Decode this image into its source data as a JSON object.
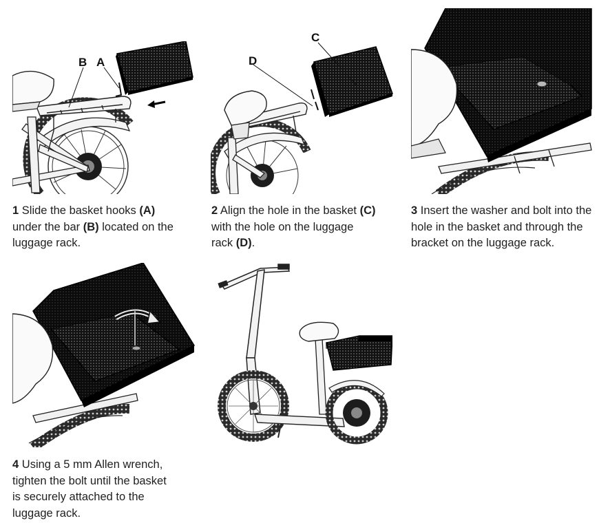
{
  "labels": {
    "a": "A",
    "b": "B",
    "c": "C",
    "d": "D"
  },
  "steps": [
    {
      "number": "1",
      "lines": [
        [
          {
            "t": " Slide the basket hooks "
          },
          {
            "t": "(A)",
            "b": true
          }
        ],
        [
          {
            "t": "under the bar "
          },
          {
            "t": "(B)",
            "b": true
          },
          {
            "t": " located on the"
          }
        ],
        [
          {
            "t": "luggage rack."
          }
        ]
      ]
    },
    {
      "number": "2",
      "lines": [
        [
          {
            "t": " Align the hole in the basket "
          },
          {
            "t": "(C)",
            "b": true
          }
        ],
        [
          {
            "t": "with the hole on the luggage"
          }
        ],
        [
          {
            "t": "rack "
          },
          {
            "t": "(D)",
            "b": true
          },
          {
            "t": "."
          }
        ]
      ]
    },
    {
      "number": "3",
      "lines": [
        [
          {
            "t": " Insert the washer and bolt into the"
          }
        ],
        [
          {
            "t": "hole in the basket and through the"
          }
        ],
        [
          {
            "t": "bracket on the luggage rack."
          }
        ]
      ]
    },
    {
      "number": "4",
      "lines": [
        [
          {
            "t": " Using a 5 mm Allen wrench,"
          }
        ],
        [
          {
            "t": "tighten the bolt until the basket"
          }
        ],
        [
          {
            "t": "is securely attached to the"
          }
        ],
        [
          {
            "t": "luggage rack."
          }
        ]
      ]
    }
  ]
}
